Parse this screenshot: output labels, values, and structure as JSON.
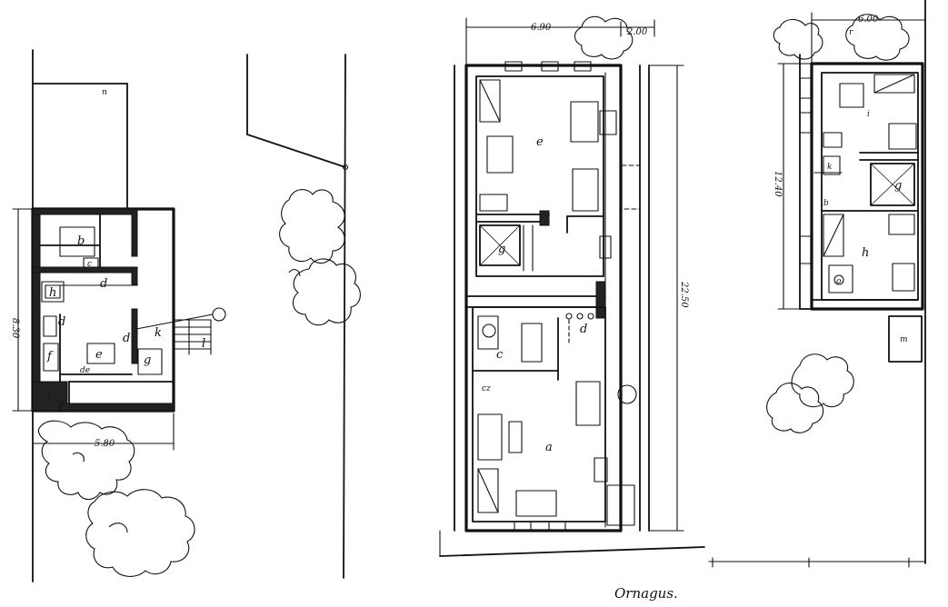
{
  "caption": "Ornagus.",
  "plan_left": {
    "dims": {
      "width": "5.80",
      "depth": "8.30"
    },
    "labels": {
      "b": "b",
      "c": "c",
      "d_top": "d",
      "h": "h",
      "d_mid": "d",
      "e": "e",
      "d_right": "d",
      "k": "k",
      "g": "g",
      "f": "f",
      "de": "de",
      "i": "i",
      "l": "l",
      "n": "n"
    }
  },
  "plan_center": {
    "dims": {
      "width": "6.90",
      "side": "2.00",
      "depth": "22.50"
    },
    "labels": {
      "e": "e",
      "g": "g",
      "d": "d",
      "c": "c",
      "cz": "cz",
      "a": "a"
    }
  },
  "plan_right": {
    "dims": {
      "width": "6.00",
      "depth": "12.40"
    },
    "labels": {
      "r": "r",
      "i": "i",
      "k": "k",
      "g": "g",
      "b": "b",
      "h": "h",
      "o": "o",
      "m": "m"
    }
  }
}
